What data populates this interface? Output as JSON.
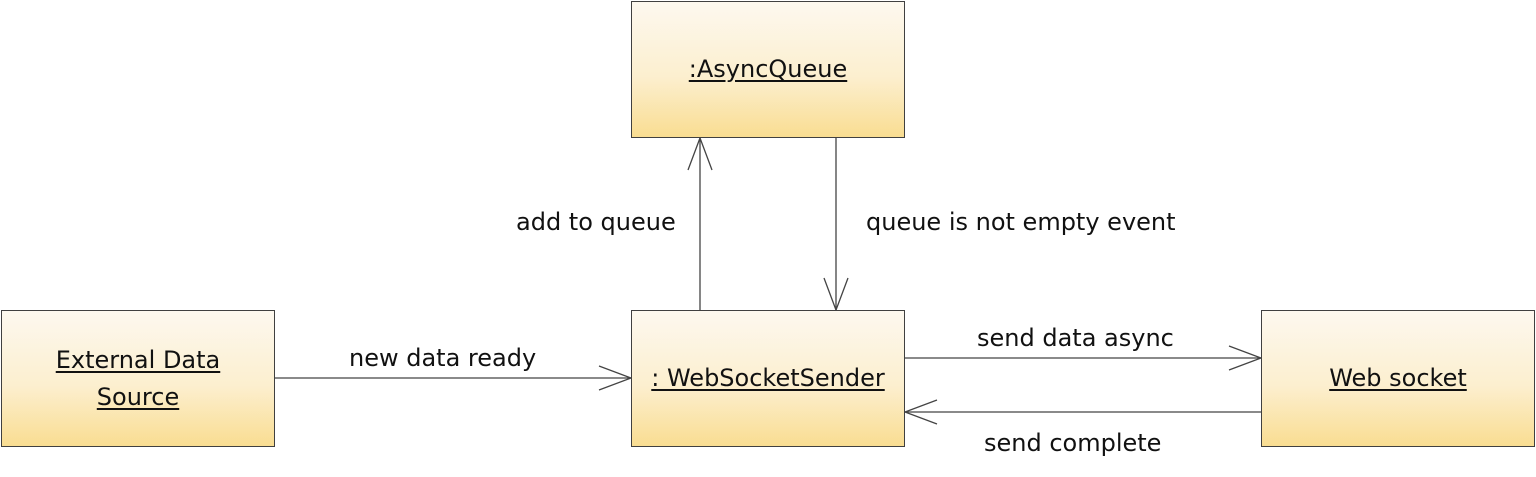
{
  "nodes": {
    "async_queue": ":AsyncQueue",
    "sender": ": WebSocketSender",
    "external_source": [
      "External Data",
      "Source"
    ],
    "web_socket": "Web socket"
  },
  "messages": {
    "add_to_queue": "add to queue",
    "queue_not_empty": "queue is not empty event",
    "new_data_ready": "new data ready",
    "send_data_async": "send data async",
    "send_complete": "send complete"
  }
}
